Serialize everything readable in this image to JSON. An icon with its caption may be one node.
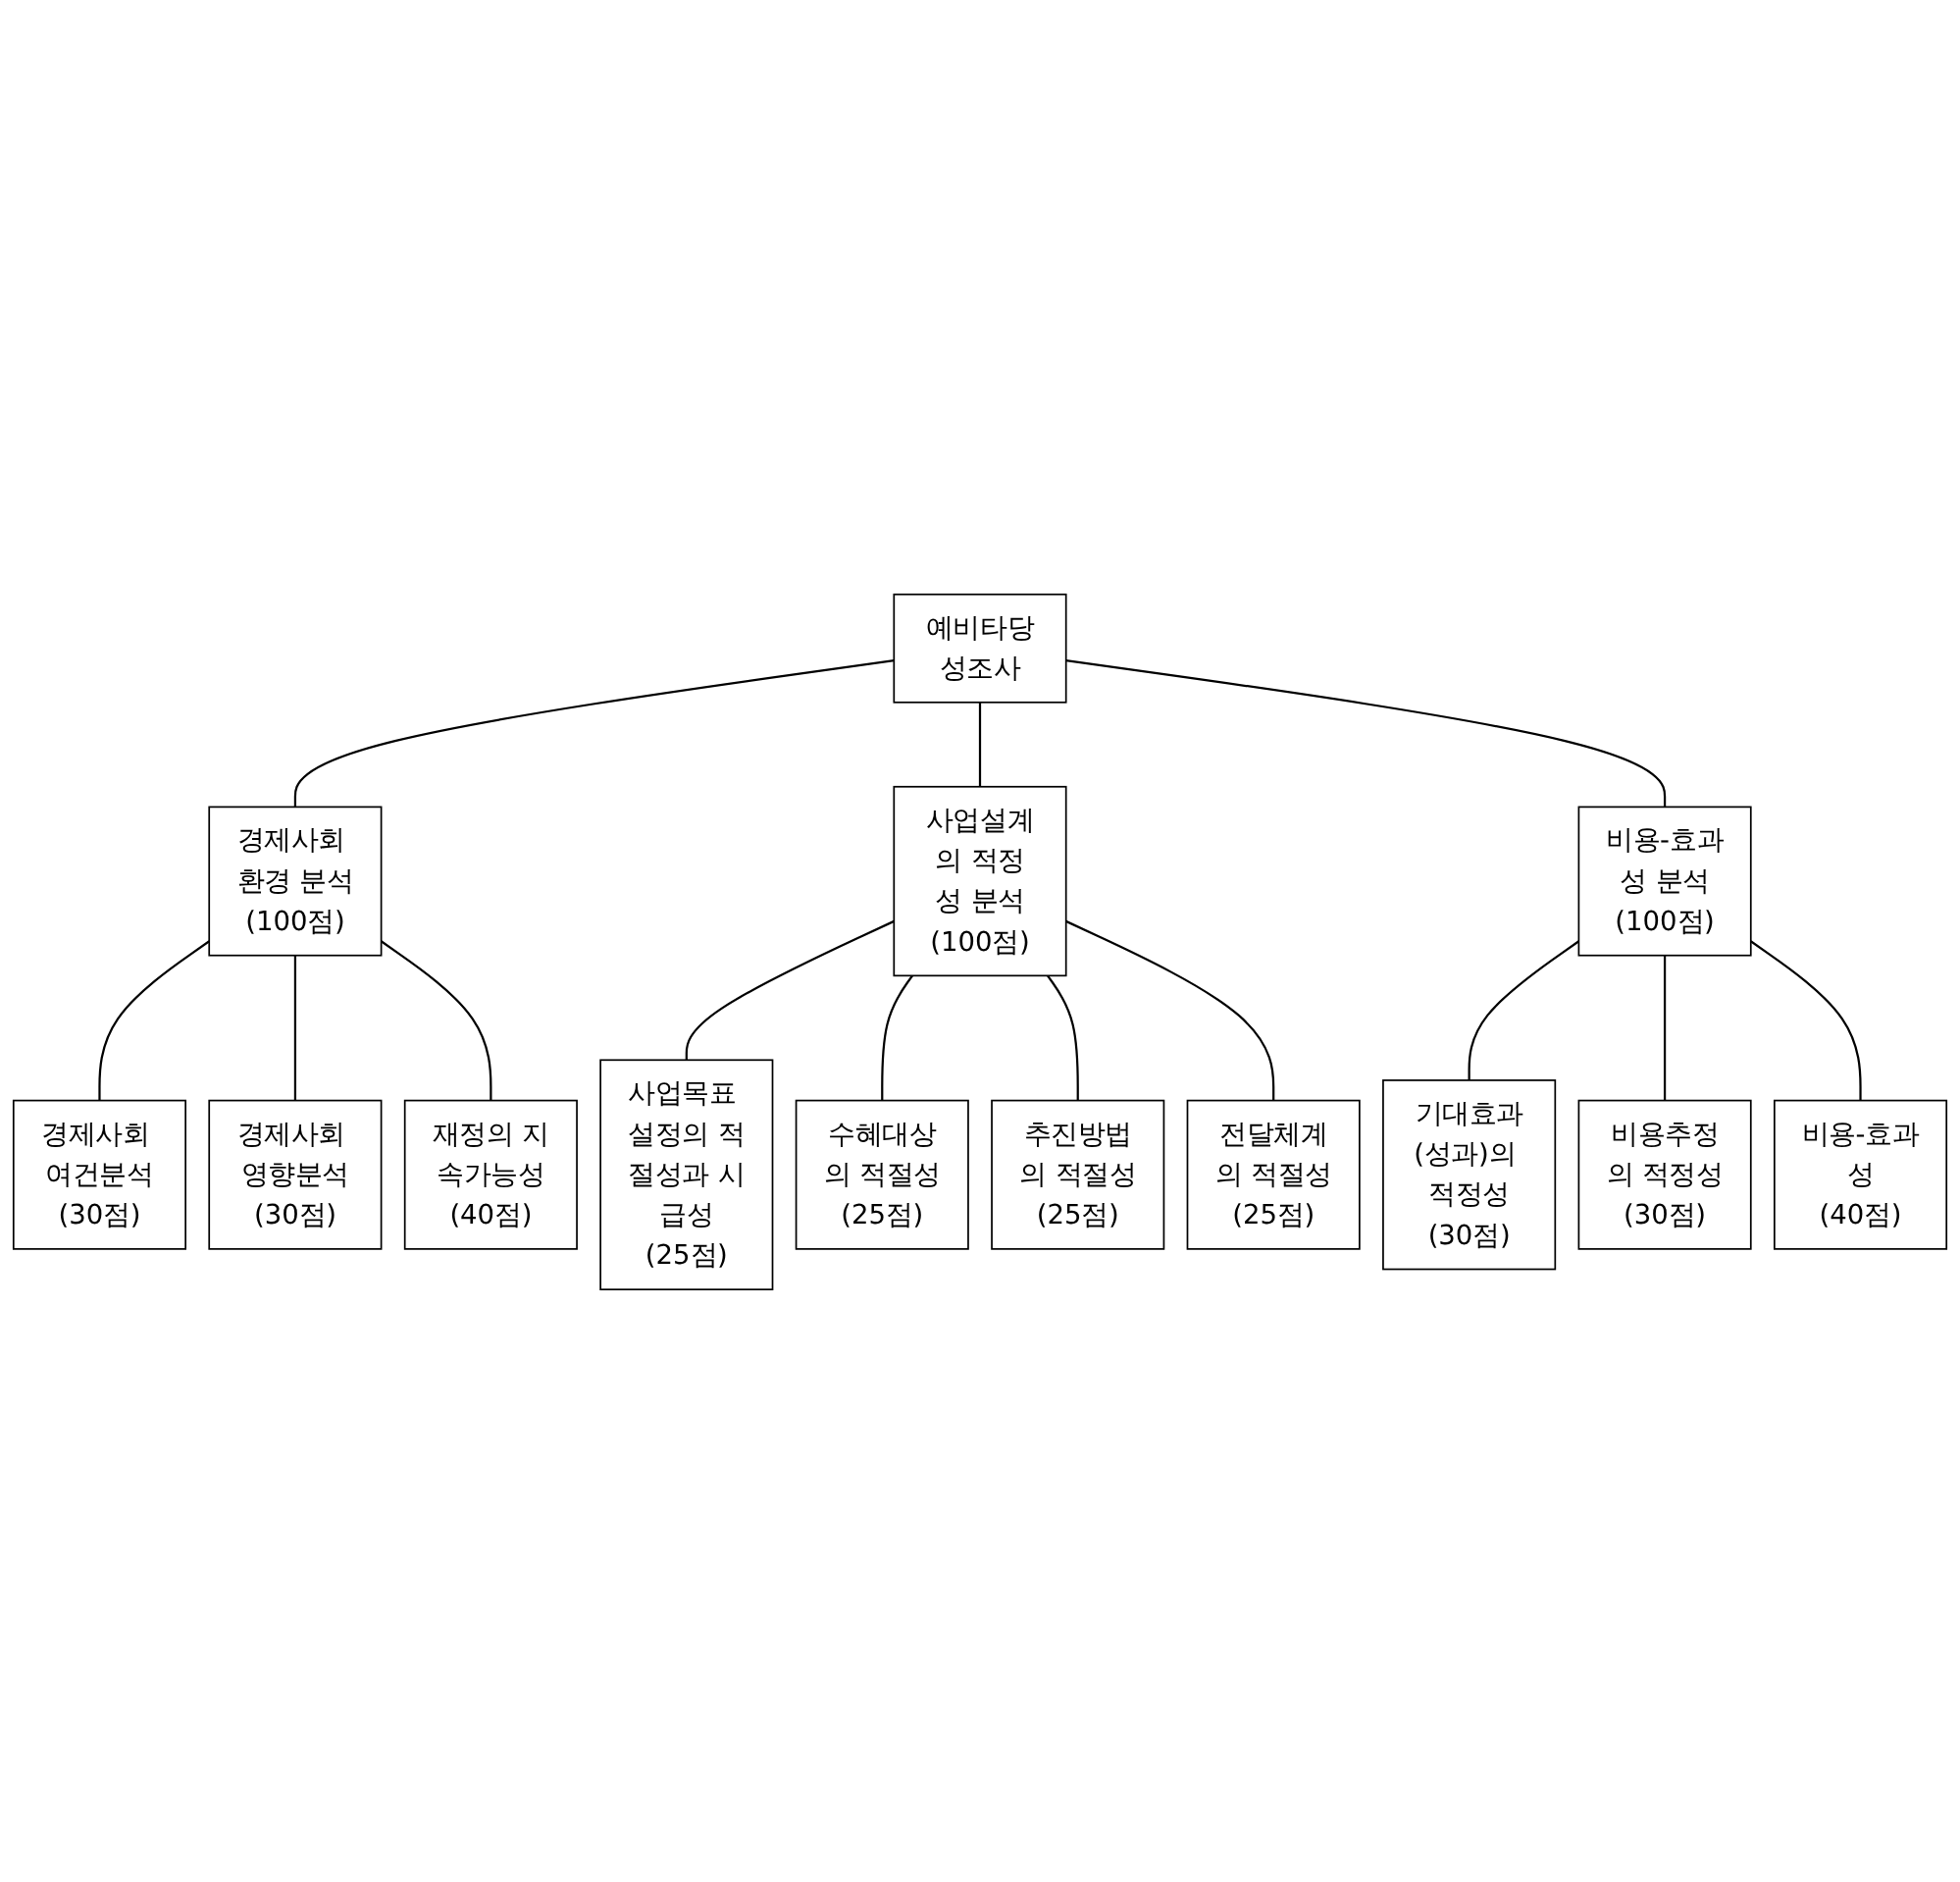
{
  "diagram": {
    "nodes": [
      {
        "text": [
          "예비타당성조사"
        ]
      },
      {
        "text": [
          "경제사회 환경 분석",
          "(100점)"
        ]
      },
      {
        "text": [
          "사업설계의 적정성 분석",
          "(100점)"
        ]
      },
      {
        "text": [
          "비용-효과성 분석",
          "(100점)"
        ]
      },
      {
        "text": [
          "경제사회 여건분석",
          "(30점)"
        ]
      },
      {
        "text": [
          "경제사회 영향분석",
          "(30점)"
        ]
      },
      {
        "text": [
          "재정의 지속가능성",
          "(40점)"
        ]
      },
      {
        "text": [
          "사업목표 설정의 적절성과 시급성",
          "(25점)"
        ]
      },
      {
        "text": [
          "수혜대상의 적절성",
          "(25점)"
        ]
      },
      {
        "text": [
          "추진방법의 적절성",
          "(25점)"
        ]
      },
      {
        "text": [
          "전달체계의 적절성",
          "(25점)"
        ]
      },
      {
        "text": [
          "기대효과(성과)의 적정성",
          "(30점)"
        ]
      },
      {
        "text": [
          "비용추정의 적정성",
          "(30점)"
        ]
      },
      {
        "text": [
          "비용-효과성",
          "(40점)"
        ]
      }
    ],
    "edges": [
      {
        "from": 0,
        "to": 1,
        "arrow": "none"
      },
      {
        "from": 0,
        "to": 2,
        "arrow": "none"
      },
      {
        "from": 0,
        "to": 3,
        "arrow": "none"
      },
      {
        "from": 1,
        "to": 4,
        "arrow": "none"
      },
      {
        "from": 1,
        "to": 5,
        "arrow": "none"
      },
      {
        "from": 1,
        "to": 6,
        "arrow": "none"
      },
      {
        "from": 2,
        "to": 7,
        "arrow": "none"
      },
      {
        "from": 2,
        "to": 8,
        "arrow": "none"
      },
      {
        "from": 2,
        "to": 9,
        "arrow": "none"
      },
      {
        "from": 2,
        "to": 10,
        "arrow": "none"
      },
      {
        "from": 3,
        "to": 11,
        "arrow": "none"
      },
      {
        "from": 3,
        "to": 12,
        "arrow": "none"
      },
      {
        "from": 3,
        "to": 13,
        "arrow": "none"
      }
    ]
  }
}
